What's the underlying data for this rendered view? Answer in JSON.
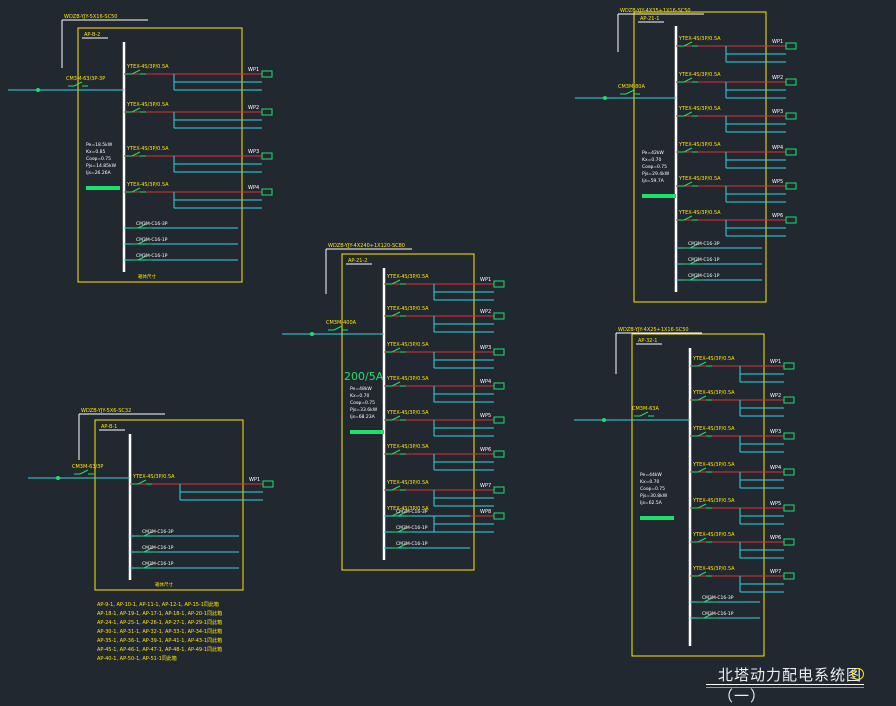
{
  "drawing_title": "北塔动力配电系统图（一）",
  "colors": {
    "frame": "#ffe600",
    "text_yellow": "#ffe600",
    "wire_cyan": "#32d6e6",
    "wire_green": "#19e36a",
    "red": "#e03030",
    "white": "#ffffff",
    "bg": "#212830"
  },
  "panels": [
    {
      "id": "AP-B-2",
      "feeder_cable": "WDZB-YJY-5X16-SC50",
      "mains_switch": "CM3M-63/3P-3P",
      "circuits": [
        "YTEX-4S/3P/0.5A",
        "YTEX-4S/3P/0.5A",
        "YTEX-4S/3P/0.5A",
        "YTEX-4S/3P/0.5A"
      ],
      "spares": [
        "CM3M-C16-3P",
        "CM3M-C16-1P",
        "CM3M-C16-1P"
      ],
      "loads": [
        "WP1",
        "WP2",
        "WP3",
        "WP4"
      ],
      "stats": [
        "Pe=18.5kW",
        "Kx=0.85",
        "Cosφ=0.75",
        "Pjs=14.85kW",
        "Ijs=26.26A"
      ],
      "footnote": "箱体尺寸"
    },
    {
      "id": "AP-B-1",
      "feeder_cable": "WDZB-YJY-5X6-SC32",
      "mains_switch": "CM3M-63/3P",
      "circuits": [
        "YTEX-4S/3P/0.5A"
      ],
      "spares": [
        "CM3M-C16-3P",
        "CM3M-C16-1P",
        "CM3M-C16-1P"
      ],
      "loads": [
        "WP1"
      ],
      "footnote": "箱体尺寸",
      "notes": [
        "AP-9-1, AP-10-1, AP-11-1, AP-12-1, AP-15-1同此箱",
        "AP-18-1, AP-19-1, AP-17-1, AP-18-1, AP-20-1同此箱",
        "AP-24-1, AP-25-1, AP-26-1, AP-27-1, AP-29-1同此箱",
        "AP-30-1, AP-31-1, AP-32-1, AP-33-1, AP-34-1同此箱",
        "AP-35-1, AP-36-1, AP-39-1, AP-41-1, AP-43-1同此箱",
        "AP-45-1, AP-46-1, AP-47-1, AP-48-1, AP-49-1同此箱",
        "AP-40-1, AP-50-1, AP-51-1同此箱"
      ]
    },
    {
      "id": "AP-21-2",
      "feeder_cable": "WDZB-YJY-4X240+1X120-SC80",
      "rating": "200/5A",
      "mains_switch": "CM3M-400A",
      "circuits": [
        "YTEX-4S/3P/0.5A",
        "YTEX-4S/3P/0.5A",
        "YTEX-4S/3P/0.5A",
        "YTEX-4S/3P/0.5A",
        "YTEX-4S/3P/0.5A",
        "YTEX-4S/3P/0.5A",
        "YTEX-4S/3P/0.5A",
        "YTEX-4S/3P/0.5A"
      ],
      "spares": [
        "CM3M-C16-3P",
        "CM3M-C16-1P",
        "CM3M-C16-1P"
      ],
      "loads": [
        "WP1",
        "WP2",
        "WP3",
        "WP4",
        "WP5",
        "WP6",
        "WP7",
        "WP8"
      ],
      "stats": [
        "Pe=48kW",
        "Kx=0.70",
        "Cosφ=0.75",
        "Pjs=33.6kW",
        "Ijs=68.23A"
      ]
    },
    {
      "id": "AP-21-1",
      "feeder_cable": "WDZB-YJY-4X35+1X16-SC50",
      "mains_switch": "CM3M-80A",
      "circuits": [
        "YTEX-4S/3P/0.5A",
        "YTEX-4S/3P/0.5A",
        "YTEX-4S/3P/0.5A",
        "YTEX-4S/3P/0.5A",
        "YTEX-4S/3P/0.5A",
        "YTEX-4S/3P/0.5A"
      ],
      "spares": [
        "CM3M-C16-3P",
        "CM3M-C16-1P",
        "CM3M-C16-1P"
      ],
      "loads": [
        "WP1",
        "WP2",
        "WP3",
        "WP4",
        "WP5",
        "WP6"
      ],
      "stats": [
        "Pe=42kW",
        "Kx=0.70",
        "Cosφ=0.75",
        "Pjs=29.4kW",
        "Ijs=59.7A"
      ]
    },
    {
      "id": "AP-32-1",
      "feeder_cable": "WDZB-YJY-4X25+1X16-SC50",
      "mains_switch": "CM3M-63A",
      "circuits": [
        "YTEX-4S/3P/0.5A",
        "YTEX-4S/3P/0.5A",
        "YTEX-4S/3P/0.5A",
        "YTEX-4S/3P/0.5A",
        "YTEX-4S/3P/0.5A",
        "YTEX-4S/3P/0.5A",
        "YTEX-4S/3P/0.5A"
      ],
      "spares": [
        "CM3M-C16-3P",
        "CM3M-C16-1P"
      ],
      "loads": [
        "WP1",
        "WP2",
        "WP3",
        "WP4",
        "WP5",
        "WP6",
        "WP7"
      ],
      "stats": [
        "Pe=44kW",
        "Kx=0.70",
        "Cosφ=0.75",
        "Pjs=30.8kW",
        "Ijs=62.5A"
      ]
    }
  ]
}
